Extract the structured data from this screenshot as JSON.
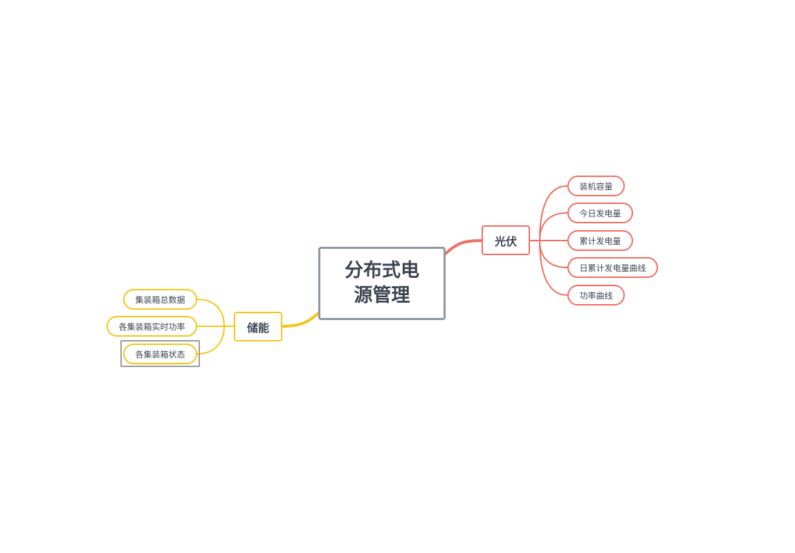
{
  "mindmap": {
    "central": {
      "line1": "分布式电",
      "line2": "源管理"
    },
    "branches": {
      "pv": {
        "label": "光伏",
        "color": "#f26c62",
        "children": [
          "装机容量",
          "今日发电量",
          "累计发电量",
          "日累计发电量曲线",
          "功率曲线"
        ]
      },
      "storage": {
        "label": "储能",
        "color": "#f5c518",
        "children": [
          "集装箱总数据",
          "各集装箱实时功率",
          "各集装箱状态"
        ]
      }
    },
    "selected": "各集装箱状态"
  }
}
